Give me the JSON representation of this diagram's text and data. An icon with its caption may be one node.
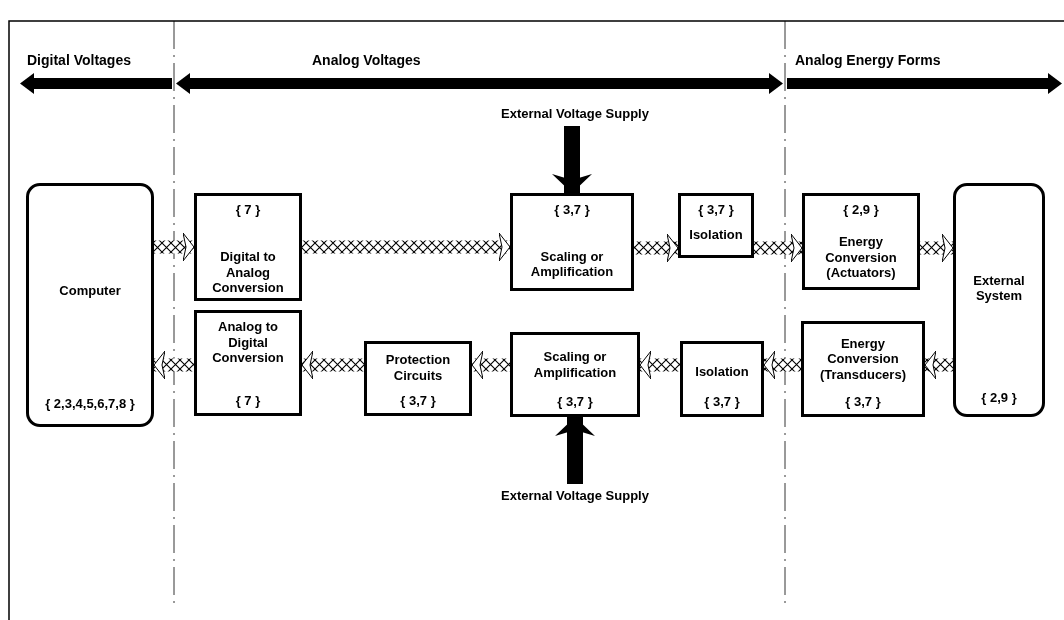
{
  "diagram": {
    "nodes": [
      {
        "text": [
          "Computer",
          "{ 2,3,4,5,6,7,8 }"
        ]
      },
      {
        "text": [
          "{ 7 }",
          "Digital to Analog Conversion"
        ]
      },
      {
        "text": [
          "{ 3,7 }",
          "Scaling or Amplification"
        ]
      },
      {
        "text": [
          "{ 3,7 }",
          "Isolation"
        ]
      },
      {
        "text": [
          "{ 2,9 }",
          "Energy Conversion (Actuators)"
        ]
      },
      {
        "text": [
          "External System",
          "{ 2,9 }"
        ]
      },
      {
        "text": [
          "Analog to Digital Conversion",
          "{ 7 }"
        ]
      },
      {
        "text": [
          "Protection Circuits",
          "{ 3,7 }"
        ]
      },
      {
        "text": [
          "Scaling or Amplification",
          "{ 3,7 }"
        ]
      },
      {
        "text": [
          "Isolation",
          "{ 3,7 }"
        ]
      },
      {
        "text": [
          "Energy Conversion (Transducers)",
          "{ 3,7 }"
        ]
      },
      {
        "text": [
          "External Voltage Supply"
        ]
      },
      {
        "text": [
          "External Voltage Supply"
        ]
      }
    ],
    "edges": [
      {
        "from": 0,
        "to": 1,
        "arrow": "to"
      },
      {
        "from": 1,
        "to": 2,
        "arrow": "to"
      },
      {
        "from": 2,
        "to": 3,
        "arrow": "to"
      },
      {
        "from": 3,
        "to": 4,
        "arrow": "to"
      },
      {
        "from": 4,
        "to": 5,
        "arrow": "to"
      },
      {
        "from": 5,
        "to": 10,
        "arrow": "to"
      },
      {
        "from": 10,
        "to": 9,
        "arrow": "to"
      },
      {
        "from": 9,
        "to": 8,
        "arrow": "to"
      },
      {
        "from": 8,
        "to": 7,
        "arrow": "to"
      },
      {
        "from": 7,
        "to": 6,
        "arrow": "to"
      },
      {
        "from": 6,
        "to": 0,
        "arrow": "to"
      },
      {
        "from": 11,
        "to": 2,
        "arrow": "to",
        "color": "#000000"
      },
      {
        "from": 12,
        "to": 8,
        "arrow": "to",
        "color": "#000000"
      }
    ],
    "labels": [
      "Digital Voltages",
      "Analog Voltages",
      "Analog Energy Forms"
    ]
  }
}
